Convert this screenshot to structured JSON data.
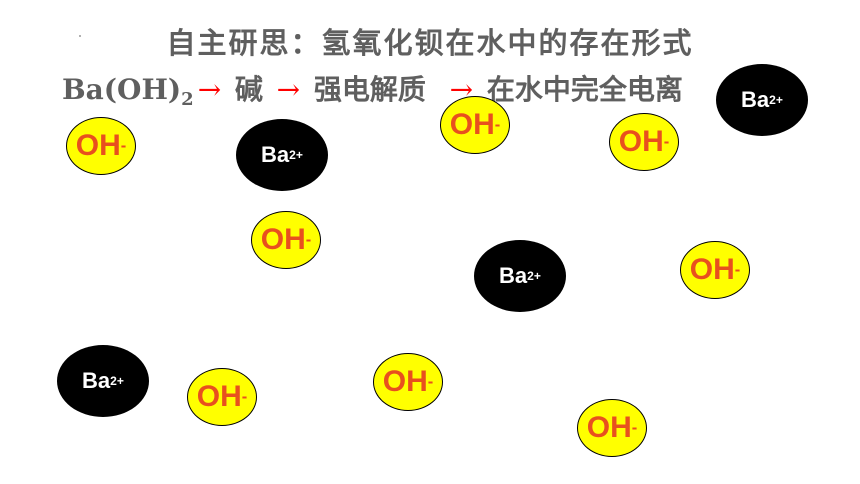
{
  "title": "自主研思：氢氧化钡在水中的存在形式",
  "formula": {
    "base": "Ba(OH)",
    "subscript": "2",
    "arrow": "→",
    "step1": "碱",
    "step2": "强电解质",
    "step3": "在水中完全电离"
  },
  "ions": {
    "oh": {
      "symbol": "OH",
      "charge": "-",
      "color": "#e8501e",
      "fill": "#ffff00"
    },
    "ba": {
      "symbol": "Ba",
      "charge": "2+",
      "color": "#ffffff",
      "fill": "#000000"
    }
  }
}
